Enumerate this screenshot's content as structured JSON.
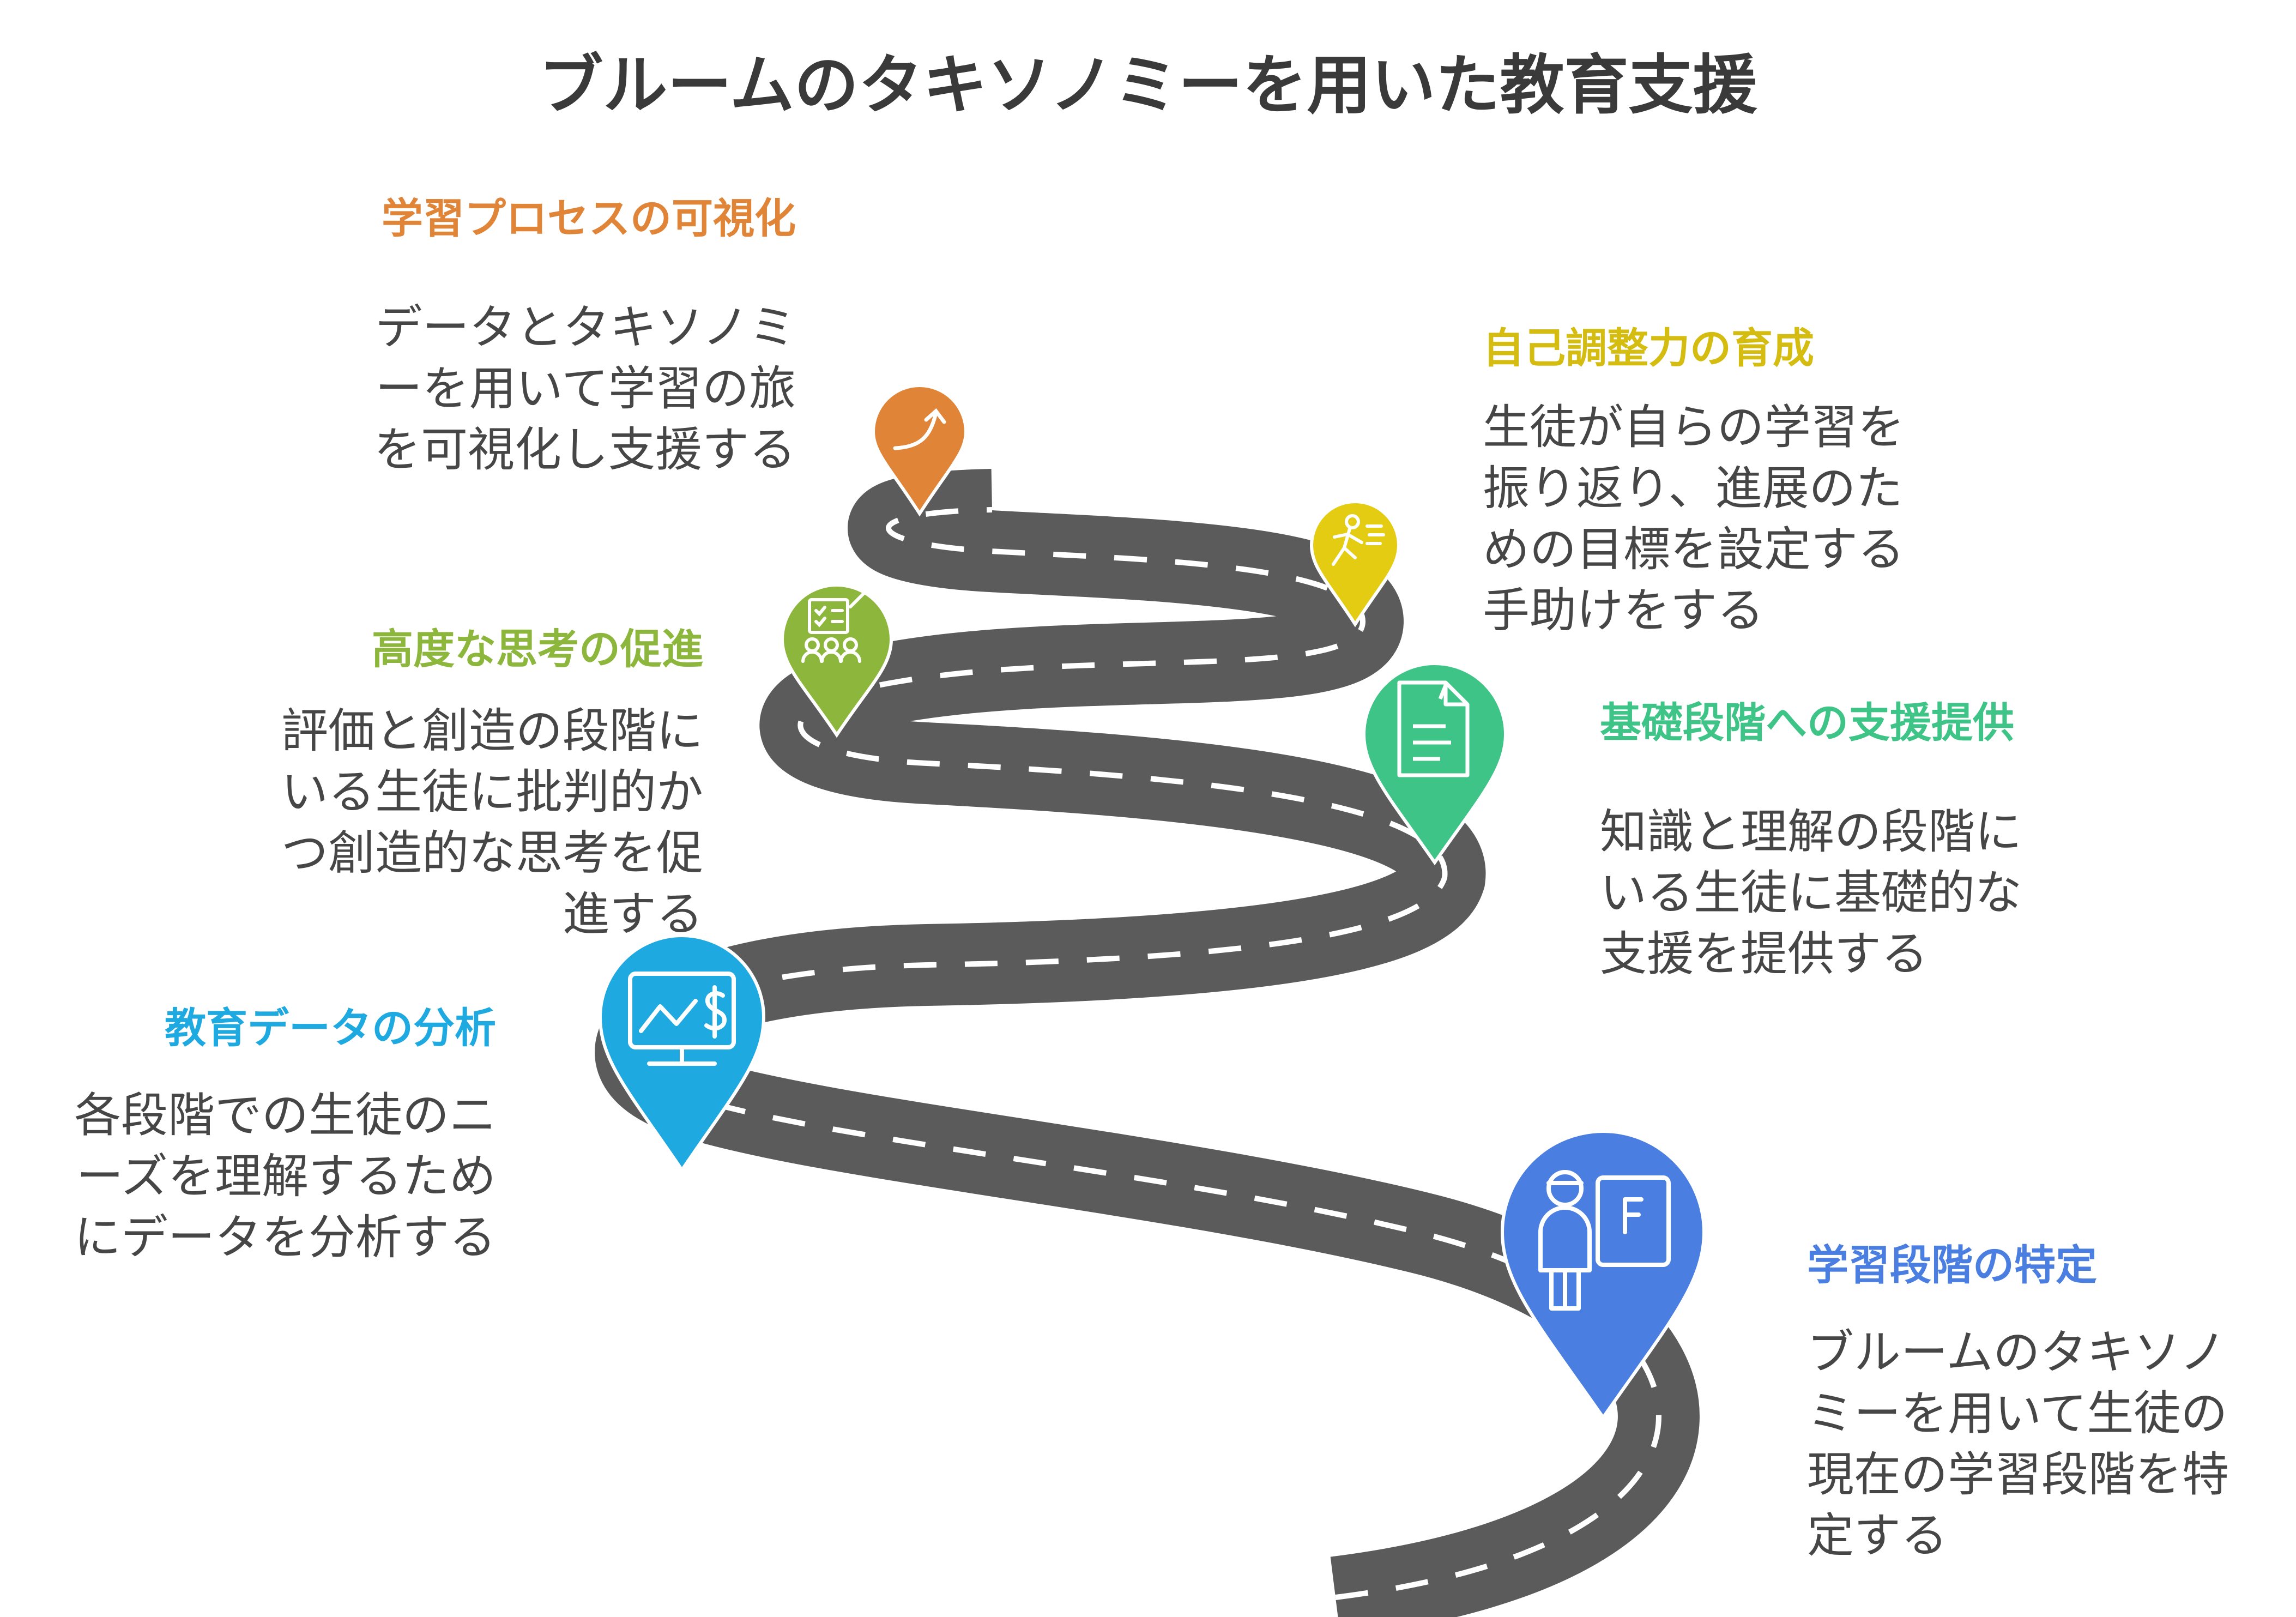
{
  "title": "ブルームのタキソノミーを用いた教育支援",
  "steps": [
    {
      "heading": "学習プロセスの可視化",
      "description": "データとタキソノミーを用いて学習の旅を可視化し支援する",
      "color": "#E08437",
      "icon": "trend-arrow-icon"
    },
    {
      "heading": "自己調整力の育成",
      "description": "生徒が自らの学習を振り返り、進展のための目標を設定する手助けをする",
      "color": "#E3CC12",
      "icon": "running-person-icon"
    },
    {
      "heading": "高度な思考の促進",
      "description": "評価と創造の段階にいる生徒に批判的かつ創造的な思考を促進する",
      "color": "#8DB63C",
      "icon": "group-checklist-icon"
    },
    {
      "heading": "基礎段階への支援提供",
      "description": "知識と理解の段階にいる生徒に基礎的な支援を提供する",
      "color": "#3DC486",
      "icon": "graded-document-icon"
    },
    {
      "heading": "教育データの分析",
      "description": "各段階での生徒のニーズを理解するためにデータを分析する",
      "color": "#1FA9E1",
      "icon": "monitor-chart-icon"
    },
    {
      "heading": "学習段階の特定",
      "description": "ブルームのタキソノミーを用いて生徒の現在の学習段階を特定する",
      "color": "#4A7EE0",
      "icon": "student-board-icon"
    }
  ]
}
